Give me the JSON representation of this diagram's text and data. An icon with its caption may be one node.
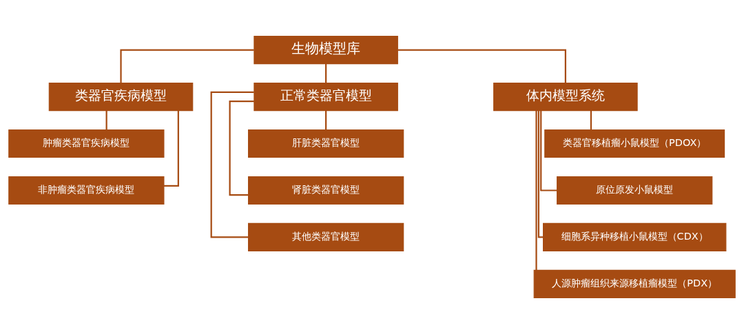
{
  "diagram": {
    "nodes": [
      {
        "text": [
          "生物模型库"
        ]
      },
      {
        "text": [
          "类器官疾病模型"
        ]
      },
      {
        "text": [
          "肿瘤类器官疾病模型"
        ]
      },
      {
        "text": [
          "非肿瘤类器官疾病模型"
        ]
      },
      {
        "text": [
          "正常类器官模型"
        ]
      },
      {
        "text": [
          "肝脏类器官模型"
        ]
      },
      {
        "text": [
          "肾脏类器官模型"
        ]
      },
      {
        "text": [
          "其他类器官模型"
        ]
      },
      {
        "text": [
          "体内模型系统"
        ]
      },
      {
        "text": [
          "类器官移植瘤小鼠模型（PDOX）"
        ]
      },
      {
        "text": [
          "原位原发小鼠模型"
        ]
      },
      {
        "text": [
          "细胞系异种移植小鼠模型（CDX）"
        ]
      },
      {
        "text": [
          "人源肿瘤组织来源移植瘤模型（PDX）"
        ]
      }
    ],
    "edges": [
      {
        "from": 0,
        "to": 1,
        "arrow": "none"
      },
      {
        "from": 0,
        "to": 4,
        "arrow": "none"
      },
      {
        "from": 0,
        "to": 8,
        "arrow": "none"
      },
      {
        "from": 1,
        "to": 2,
        "arrow": "none"
      },
      {
        "from": 1,
        "to": 3,
        "arrow": "none"
      },
      {
        "from": 4,
        "to": 5,
        "arrow": "none"
      },
      {
        "from": 4,
        "to": 6,
        "arrow": "none"
      },
      {
        "from": 4,
        "to": 7,
        "arrow": "none"
      },
      {
        "from": 8,
        "to": 9,
        "arrow": "none"
      },
      {
        "from": 8,
        "to": 10,
        "arrow": "none"
      },
      {
        "from": 8,
        "to": 11,
        "arrow": "none"
      },
      {
        "from": 8,
        "to": 12,
        "arrow": "none"
      }
    ]
  }
}
